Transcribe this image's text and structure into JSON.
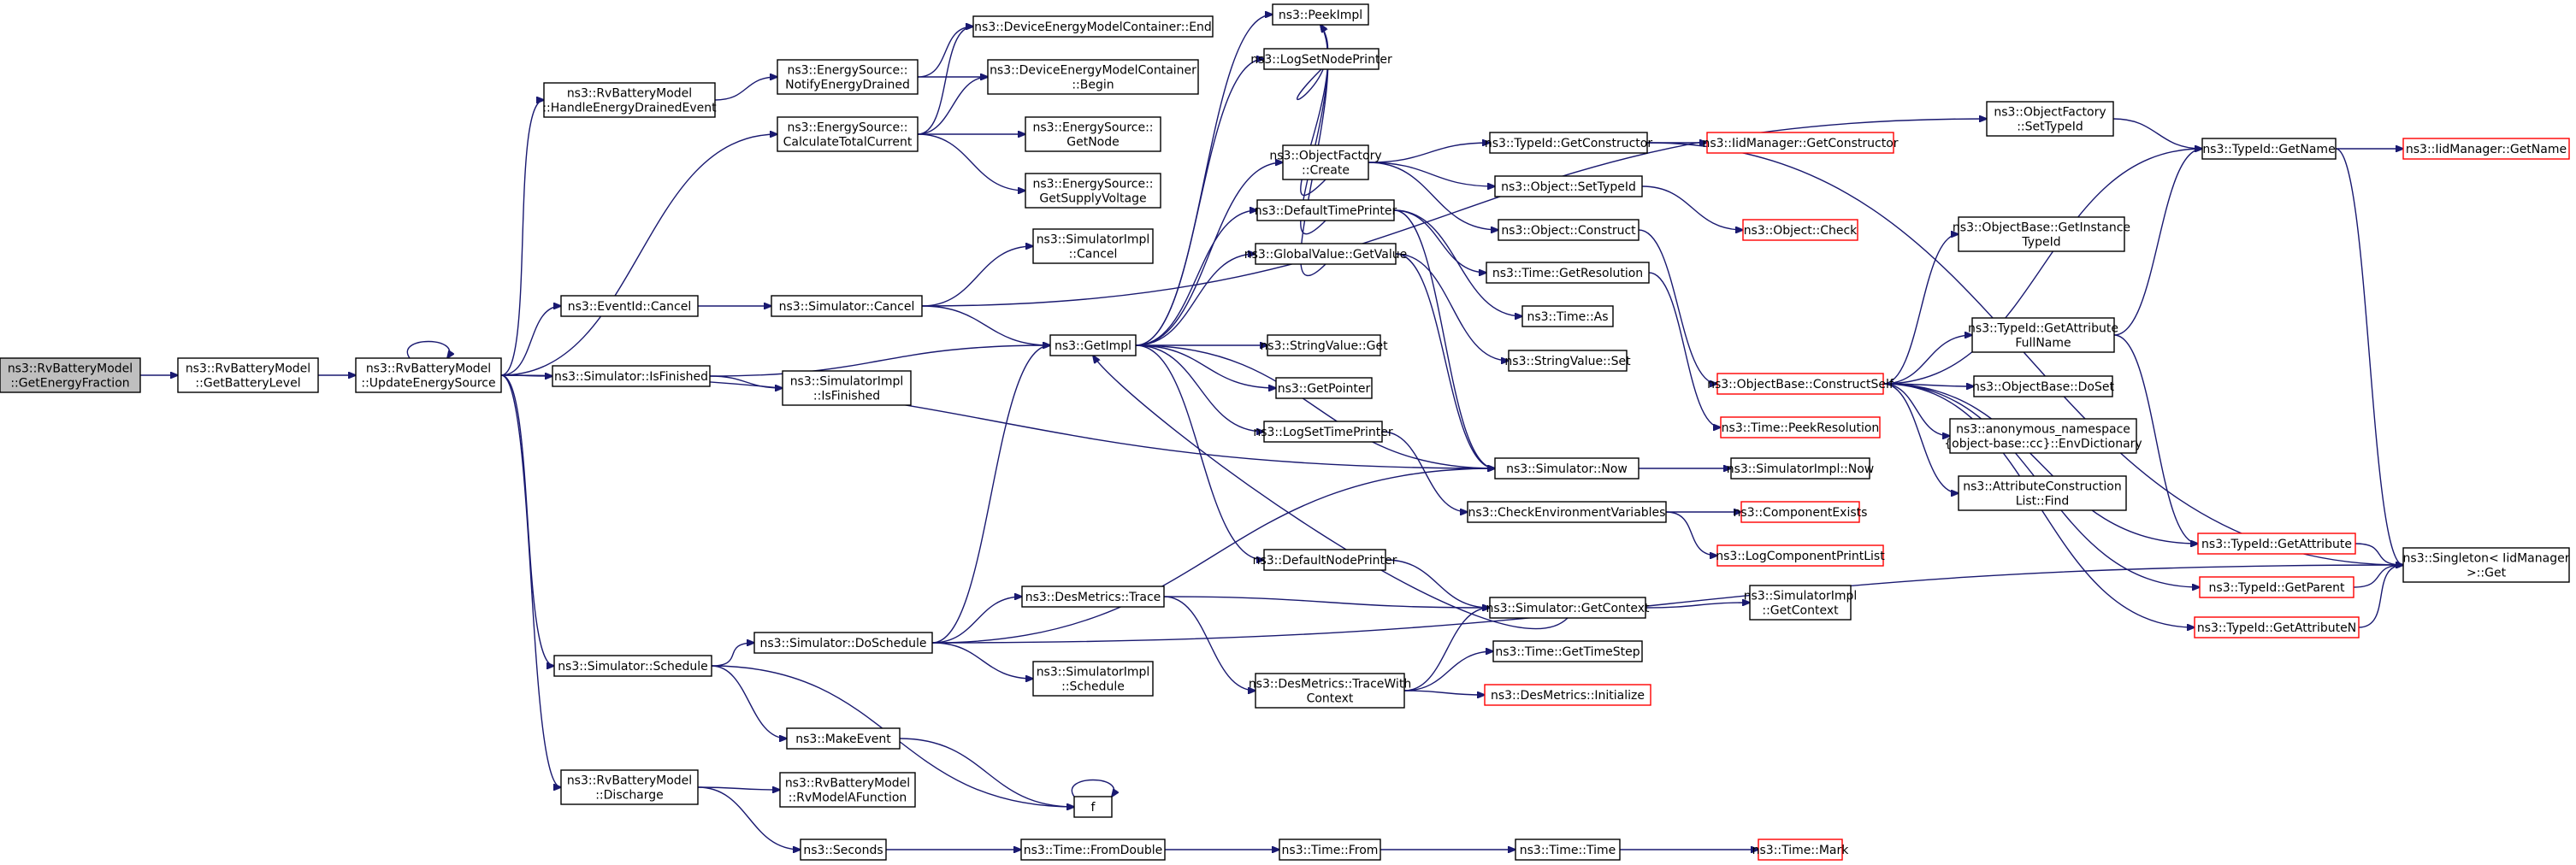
{
  "colors": {
    "edge": "#191970",
    "truncated_border": "#ff0000",
    "root_fill": "#bfbfbf",
    "node_border": "#000000"
  },
  "nodes": [
    {
      "id": "root",
      "label": "ns3::RvBatteryModel\n::GetEnergyFraction",
      "root": true
    },
    {
      "id": "getbat",
      "label": "ns3::RvBatteryModel\n::GetBatteryLevel"
    },
    {
      "id": "upd",
      "label": "ns3::RvBatteryModel\n::UpdateEnergySource"
    },
    {
      "id": "hed",
      "label": "ns3::RvBatteryModel\n::HandleEnergyDrainedEvent"
    },
    {
      "id": "evcancel",
      "label": "ns3::EventId::Cancel"
    },
    {
      "id": "simfin",
      "label": "ns3::Simulator::IsFinished"
    },
    {
      "id": "simsch",
      "label": "ns3::Simulator::Schedule"
    },
    {
      "id": "disch",
      "label": "ns3::RvBatteryModel\n::Discharge"
    },
    {
      "id": "notify",
      "label": "ns3::EnergySource::\nNotifyEnergyDrained"
    },
    {
      "id": "calc",
      "label": "ns3::EnergySource::\nCalculateTotalCurrent"
    },
    {
      "id": "simcancel",
      "label": "ns3::Simulator::Cancel"
    },
    {
      "id": "implfin",
      "label": "ns3::SimulatorImpl\n::IsFinished"
    },
    {
      "id": "dosch",
      "label": "ns3::Simulator::DoSchedule"
    },
    {
      "id": "makeev",
      "label": "ns3::MakeEvent"
    },
    {
      "id": "rvf",
      "label": "ns3::RvBatteryModel\n::RvModelAFunction"
    },
    {
      "id": "seconds",
      "label": "ns3::Seconds"
    },
    {
      "id": "dcend",
      "label": "ns3::DeviceEnergyModelContainer::End"
    },
    {
      "id": "dcbegin",
      "label": "ns3::DeviceEnergyModelContainer\n::Begin"
    },
    {
      "id": "getnode",
      "label": "ns3::EnergySource::\nGetNode"
    },
    {
      "id": "getvolt",
      "label": "ns3::EnergySource::\nGetSupplyVoltage"
    },
    {
      "id": "implcancel",
      "label": "ns3::SimulatorImpl\n::Cancel"
    },
    {
      "id": "getimpl",
      "label": "ns3::GetImpl"
    },
    {
      "id": "trace",
      "label": "ns3::DesMetrics::Trace"
    },
    {
      "id": "implsch",
      "label": "ns3::SimulatorImpl\n::Schedule"
    },
    {
      "id": "f",
      "label": "f"
    },
    {
      "id": "fromdouble",
      "label": "ns3::Time::FromDouble"
    },
    {
      "id": "peekimpl",
      "label": "ns3::PeekImpl"
    },
    {
      "id": "logsetnode",
      "label": "ns3::LogSetNodePrinter"
    },
    {
      "id": "ofcreate",
      "label": "ns3::ObjectFactory\n::Create"
    },
    {
      "id": "deftime",
      "label": "ns3::DefaultTimePrinter"
    },
    {
      "id": "gvget",
      "label": "ns3::GlobalValue::GetValue"
    },
    {
      "id": "strget",
      "label": "ns3::StringValue::Get"
    },
    {
      "id": "getptr",
      "label": "ns3::GetPointer"
    },
    {
      "id": "logsettime",
      "label": "ns3::LogSetTimePrinter"
    },
    {
      "id": "defnode",
      "label": "ns3::DefaultNodePrinter"
    },
    {
      "id": "tracewith",
      "label": "ns3::DesMetrics::TraceWith\nContext"
    },
    {
      "id": "timefrom",
      "label": "ns3::Time::From"
    },
    {
      "id": "tidgc",
      "label": "ns3::TypeId::GetConstructor"
    },
    {
      "id": "objsettid",
      "label": "ns3::Object::SetTypeId"
    },
    {
      "id": "objcons",
      "label": "ns3::Object::Construct"
    },
    {
      "id": "timegetres",
      "label": "ns3::Time::GetResolution"
    },
    {
      "id": "timeas",
      "label": "ns3::Time::As"
    },
    {
      "id": "strset",
      "label": "ns3::StringValue::Set"
    },
    {
      "id": "simnow",
      "label": "ns3::Simulator::Now"
    },
    {
      "id": "checkenv",
      "label": "ns3::CheckEnvironmentVariables"
    },
    {
      "id": "simctx",
      "label": "ns3::Simulator::GetContext"
    },
    {
      "id": "gettimestep",
      "label": "ns3::Time::GetTimeStep"
    },
    {
      "id": "dminit",
      "label": "ns3::DesMetrics::Initialize",
      "truncated": true
    },
    {
      "id": "timetime",
      "label": "ns3::Time::Time"
    },
    {
      "id": "ofsettid",
      "label": "ns3::ObjectFactory\n::SetTypeId"
    },
    {
      "id": "iidgc",
      "label": "ns3::IidManager::GetConstructor",
      "truncated": true
    },
    {
      "id": "objcheck",
      "label": "ns3::Object::Check",
      "truncated": true
    },
    {
      "id": "obcs",
      "label": "ns3::ObjectBase::ConstructSelf",
      "truncated": true
    },
    {
      "id": "peekres",
      "label": "ns3::Time::PeekResolution",
      "truncated": true
    },
    {
      "id": "implnow",
      "label": "ns3::SimulatorImpl::Now"
    },
    {
      "id": "compexists",
      "label": "ns3::ComponentExists",
      "truncated": true
    },
    {
      "id": "logcpl",
      "label": "ns3::LogComponentPrintList",
      "truncated": true
    },
    {
      "id": "implctx",
      "label": "ns3::SimulatorImpl\n::GetContext"
    },
    {
      "id": "timemark",
      "label": "ns3::Time::Mark",
      "truncated": true
    },
    {
      "id": "obgit",
      "label": "ns3::ObjectBase::GetInstance\nTypeId"
    },
    {
      "id": "tidgafn",
      "label": "ns3::TypeId::GetAttribute\nFullName"
    },
    {
      "id": "obdoset",
      "label": "ns3::ObjectBase::DoSet"
    },
    {
      "id": "anonenv",
      "label": "ns3::anonymous_namespace\n{object-base::cc}::EnvDictionary"
    },
    {
      "id": "acfind",
      "label": "ns3::AttributeConstruction\nList::Find"
    },
    {
      "id": "tidgetattr",
      "label": "ns3::TypeId::GetAttribute",
      "truncated": true
    },
    {
      "id": "tidgetparent",
      "label": "ns3::TypeId::GetParent",
      "truncated": true
    },
    {
      "id": "tidgetattrn",
      "label": "ns3::TypeId::GetAttributeN",
      "truncated": true
    },
    {
      "id": "tidgetname",
      "label": "ns3::TypeId::GetName"
    },
    {
      "id": "iidgetname",
      "label": "ns3::IidManager::GetName",
      "truncated": true
    },
    {
      "id": "singleton",
      "label": "ns3::Singleton< IidManager\n>::Get"
    }
  ],
  "edges": [
    [
      "root",
      "getbat"
    ],
    [
      "getbat",
      "upd"
    ],
    [
      "upd",
      "upd"
    ],
    [
      "upd",
      "hed"
    ],
    [
      "upd",
      "calc"
    ],
    [
      "upd",
      "evcancel"
    ],
    [
      "upd",
      "simfin"
    ],
    [
      "upd",
      "simnow"
    ],
    [
      "upd",
      "simsch"
    ],
    [
      "upd",
      "disch"
    ],
    [
      "hed",
      "notify"
    ],
    [
      "notify",
      "dcend"
    ],
    [
      "notify",
      "dcbegin"
    ],
    [
      "calc",
      "dcend"
    ],
    [
      "calc",
      "dcbegin"
    ],
    [
      "calc",
      "getnode"
    ],
    [
      "calc",
      "getvolt"
    ],
    [
      "evcancel",
      "simcancel"
    ],
    [
      "simcancel",
      "implcancel"
    ],
    [
      "simcancel",
      "getimpl"
    ],
    [
      "simcancel",
      "ofsettid"
    ],
    [
      "simfin",
      "getimpl"
    ],
    [
      "simfin",
      "implfin"
    ],
    [
      "simsch",
      "dosch"
    ],
    [
      "simsch",
      "makeev"
    ],
    [
      "simsch",
      "f"
    ],
    [
      "dosch",
      "getimpl"
    ],
    [
      "dosch",
      "trace"
    ],
    [
      "dosch",
      "implsch"
    ],
    [
      "dosch",
      "simnow"
    ],
    [
      "dosch",
      "singleton"
    ],
    [
      "makeev",
      "f"
    ],
    [
      "f",
      "f"
    ],
    [
      "disch",
      "rvf"
    ],
    [
      "disch",
      "seconds"
    ],
    [
      "seconds",
      "fromdouble"
    ],
    [
      "fromdouble",
      "timefrom"
    ],
    [
      "timefrom",
      "timetime"
    ],
    [
      "timetime",
      "timemark"
    ],
    [
      "trace",
      "simctx"
    ],
    [
      "trace",
      "tracewith"
    ],
    [
      "tracewith",
      "simctx"
    ],
    [
      "tracewith",
      "gettimestep"
    ],
    [
      "tracewith",
      "dminit"
    ],
    [
      "getimpl",
      "peekimpl"
    ],
    [
      "getimpl",
      "logsetnode"
    ],
    [
      "getimpl",
      "ofcreate"
    ],
    [
      "getimpl",
      "deftime"
    ],
    [
      "getimpl",
      "gvget"
    ],
    [
      "getimpl",
      "strget"
    ],
    [
      "getimpl",
      "getptr"
    ],
    [
      "getimpl",
      "logsettime"
    ],
    [
      "getimpl",
      "defnode"
    ],
    [
      "getimpl",
      "simnow"
    ],
    [
      "logsetnode",
      "peekimpl"
    ],
    [
      "ofcreate",
      "peekimpl"
    ],
    [
      "deftime",
      "peekimpl"
    ],
    [
      "gvget",
      "peekimpl"
    ],
    [
      "ofcreate",
      "tidgc"
    ],
    [
      "ofcreate",
      "objsettid"
    ],
    [
      "ofcreate",
      "objcons"
    ],
    [
      "tidgc",
      "iidgc"
    ],
    [
      "tidgc",
      "singleton"
    ],
    [
      "objsettid",
      "objcheck"
    ],
    [
      "objcons",
      "obcs"
    ],
    [
      "deftime",
      "timegetres"
    ],
    [
      "deftime",
      "timeas"
    ],
    [
      "deftime",
      "simnow"
    ],
    [
      "timegetres",
      "peekres"
    ],
    [
      "gvget",
      "strset"
    ],
    [
      "gvget",
      "simnow"
    ],
    [
      "logsettime",
      "checkenv"
    ],
    [
      "checkenv",
      "compexists"
    ],
    [
      "checkenv",
      "logcpl"
    ],
    [
      "defnode",
      "simctx"
    ],
    [
      "simctx",
      "getimpl"
    ],
    [
      "simctx",
      "implctx"
    ],
    [
      "simnow",
      "implnow"
    ],
    [
      "obcs",
      "obgit"
    ],
    [
      "obcs",
      "tidgafn"
    ],
    [
      "obcs",
      "obdoset"
    ],
    [
      "obcs",
      "anonenv"
    ],
    [
      "obcs",
      "acfind"
    ],
    [
      "obcs",
      "tidgetname"
    ],
    [
      "obcs",
      "tidgetattr"
    ],
    [
      "obcs",
      "tidgetparent"
    ],
    [
      "obcs",
      "tidgetattrn"
    ],
    [
      "tidgafn",
      "tidgetname"
    ],
    [
      "tidgafn",
      "tidgetattr"
    ],
    [
      "ofsettid",
      "tidgetname"
    ],
    [
      "tidgetname",
      "iidgetname"
    ],
    [
      "tidgetname",
      "singleton"
    ],
    [
      "tidgetattr",
      "singleton"
    ],
    [
      "tidgetparent",
      "singleton"
    ],
    [
      "tidgetattrn",
      "singleton"
    ]
  ]
}
